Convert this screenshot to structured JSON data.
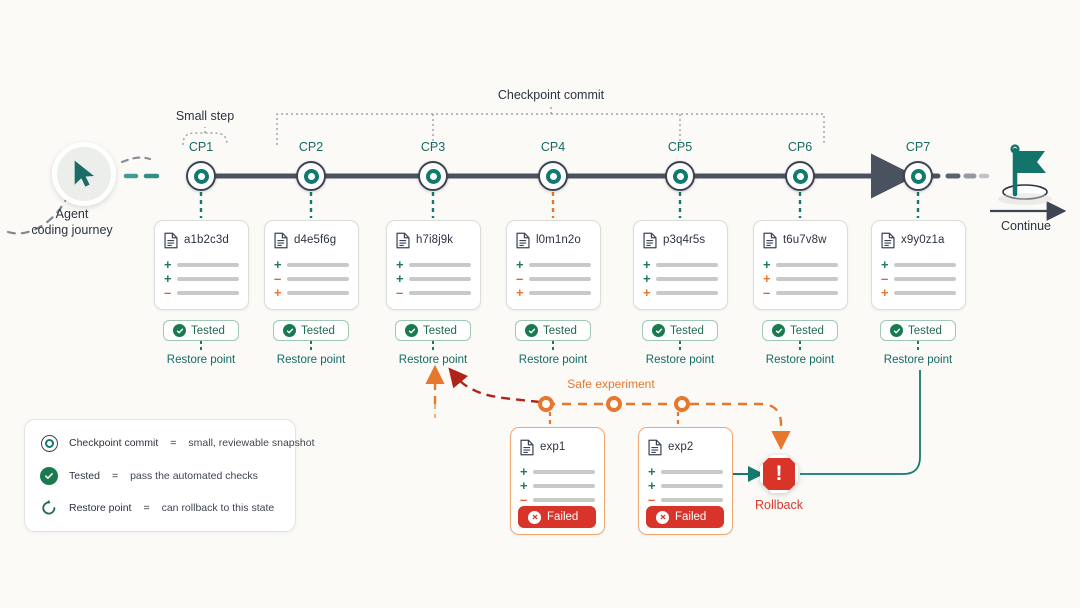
{
  "agent": {
    "line1": "Agent",
    "line2": "coding journey",
    "icon": "cursor-arrow-icon"
  },
  "brackets": {
    "small_step": "Small step",
    "checkpoint_commit": "Checkpoint commit"
  },
  "end": {
    "continue_label": "Continue",
    "flag_icon": "goal-flag-icon"
  },
  "colors": {
    "teal": "#117a6f",
    "green": "#19794f",
    "orange": "#e8772e",
    "red": "#d8342a",
    "dark_red": "#b02318",
    "rail": "#4a5260",
    "background": "#fbfaf7"
  },
  "checkpoints": [
    {
      "label": "CP1",
      "commit_id": "a1b2c3d",
      "diff": [
        "plus-g",
        "plus-g",
        "minus-r"
      ],
      "status": "Tested",
      "restore": "Restore point",
      "connector": "teal"
    },
    {
      "label": "CP2",
      "commit_id": "d4e5f6g",
      "diff": [
        "plus-g",
        "minus-r",
        "plus-o"
      ],
      "status": "Tested",
      "restore": "Restore point",
      "connector": "teal"
    },
    {
      "label": "CP3",
      "commit_id": "h7i8j9k",
      "diff": [
        "plus-g",
        "plus-g",
        "minus-r"
      ],
      "status": "Tested",
      "restore": "Restore point",
      "connector": "teal"
    },
    {
      "label": "CP4",
      "commit_id": "l0m1n2o",
      "diff": [
        "plus-g",
        "minus-r",
        "plus-o"
      ],
      "status": "Tested",
      "restore": "Restore point",
      "connector": "orange"
    },
    {
      "label": "CP5",
      "commit_id": "p3q4r5s",
      "diff": [
        "plus-g",
        "plus-g",
        "plus-o"
      ],
      "status": "Tested",
      "restore": "Restore point",
      "connector": "teal"
    },
    {
      "label": "CP6",
      "commit_id": "t6u7v8w",
      "diff": [
        "plus-g",
        "plus-o",
        "minus-r"
      ],
      "status": "Tested",
      "restore": "Restore point",
      "connector": "teal"
    },
    {
      "label": "CP7",
      "commit_id": "x9y0z1a",
      "diff": [
        "plus-g",
        "minus-r",
        "plus-o"
      ],
      "status": "Tested",
      "restore": "Restore point",
      "connector": "teal"
    }
  ],
  "experiment": {
    "branch_label": "Safe experiment",
    "cards": [
      {
        "id": "exp1",
        "diff": [
          "plus-g",
          "plus-g",
          "minus-r"
        ],
        "status": "Failed"
      },
      {
        "id": "exp2",
        "diff": [
          "plus-g",
          "plus-g",
          "minus-r"
        ],
        "status": "Failed"
      }
    ],
    "rollback_label": "Rollback"
  },
  "legend": {
    "items": [
      {
        "icon": "checkpoint-node-icon",
        "term": "Checkpoint commit",
        "eq": "=",
        "desc": "small, reviewable snapshot"
      },
      {
        "icon": "check-circle-icon",
        "term": "Tested",
        "eq": "=",
        "desc": "pass the automated checks"
      },
      {
        "icon": "restore-arrow-icon",
        "term": "Restore point",
        "eq": "=",
        "desc": "can rollback to this state"
      }
    ]
  }
}
